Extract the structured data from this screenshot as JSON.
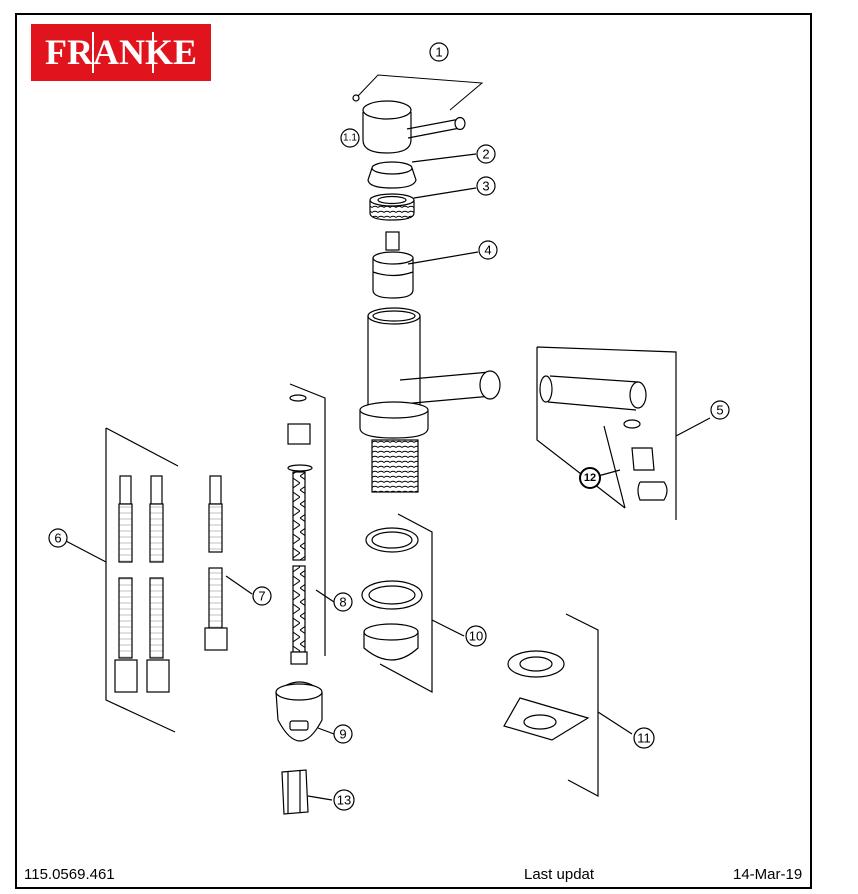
{
  "brand": {
    "logo_text": "FRANKE",
    "color": "#e1141e"
  },
  "callouts": [
    "1",
    "1.1",
    "2",
    "3",
    "4",
    "5",
    "6",
    "7",
    "8",
    "9",
    "10",
    "11",
    "12",
    "13"
  ],
  "footer": {
    "part_number": "115.0569.461",
    "last_update_label": "Last updat",
    "date": "14-Mar-19"
  }
}
